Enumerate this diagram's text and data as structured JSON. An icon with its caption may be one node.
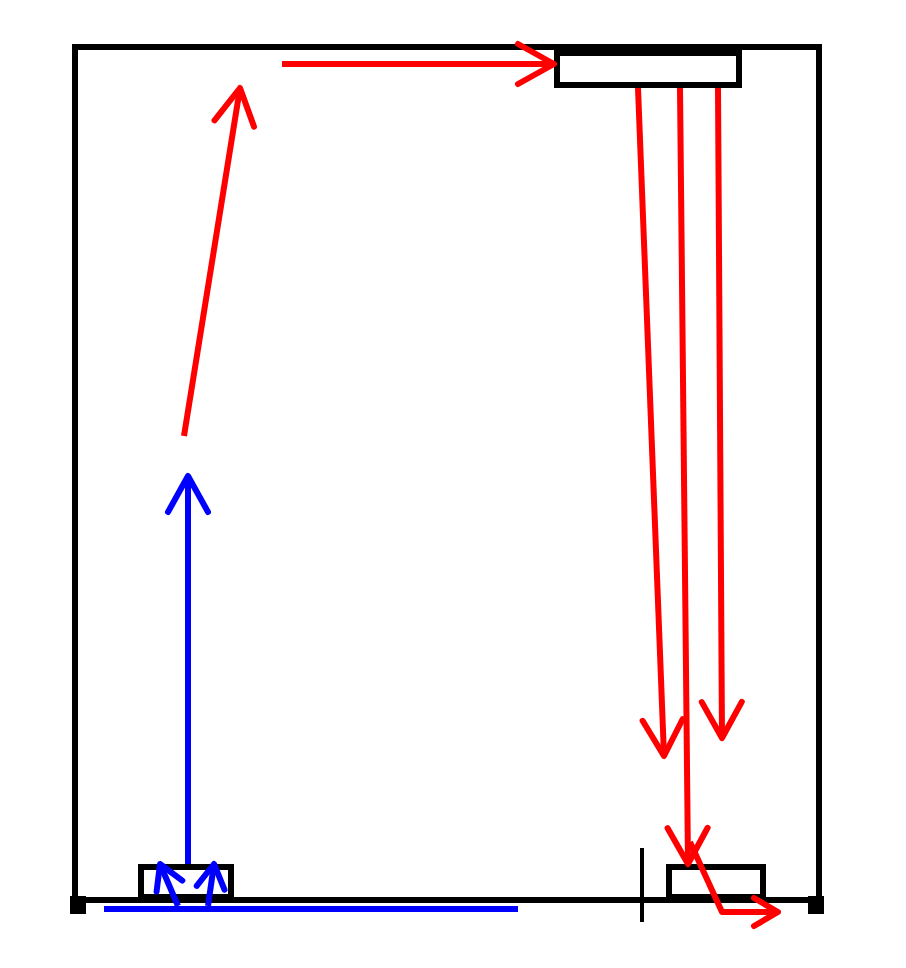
{
  "diagram": {
    "nodes": [
      {
        "text": [],
        "shape": "box"
      },
      {
        "text": [],
        "shape": "box",
        "in": 0
      },
      {
        "text": [],
        "shape": "box",
        "in": 0
      },
      {
        "text": [],
        "shape": "box",
        "in": 0
      },
      {
        "text": [],
        "shape": "bar"
      }
    ],
    "edges": [
      {
        "from": 2,
        "to": null,
        "arrow": "to",
        "color": "#0000ff"
      },
      {
        "from": 4,
        "to": 2,
        "arrow": "to",
        "color": "#0000ff"
      },
      {
        "from": 4,
        "to": 2,
        "arrow": "to",
        "color": "#0000ff"
      },
      {
        "from": null,
        "to": 1,
        "arrow": "to"
      },
      {
        "from": 1,
        "to": null,
        "arrow": "to"
      },
      {
        "from": 1,
        "to": 3,
        "arrow": "to"
      },
      {
        "from": 1,
        "to": null,
        "arrow": "to"
      }
    ]
  }
}
